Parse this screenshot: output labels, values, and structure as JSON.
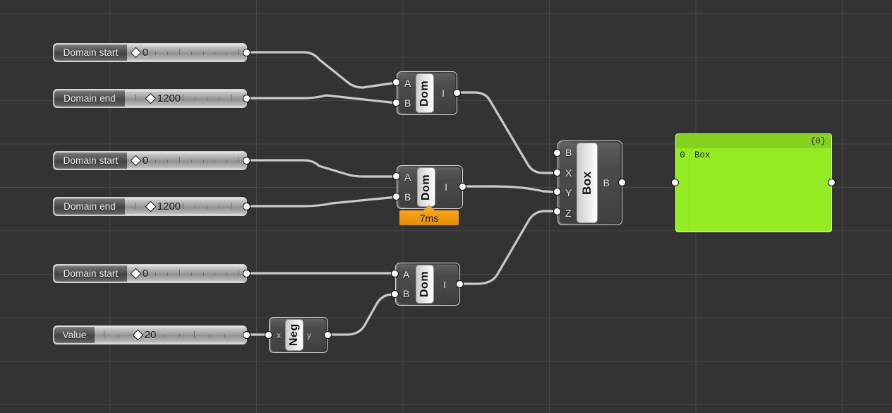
{
  "app": {
    "canvas_name": "grasshopper-node-canvas",
    "background_color": "#333333",
    "grid_line_color": "#474747",
    "wire_color": "#c8c8c8",
    "wire_color_purple": "#a020c0"
  },
  "sliders": [
    {
      "name": "Domain start",
      "value": "0",
      "grip_pct": 4,
      "label_w": 103,
      "track_start": 0
    },
    {
      "name": "Domain end",
      "value": "1200",
      "grip_pct": 18,
      "label_w": 100,
      "track_start": 0
    },
    {
      "name": "Domain start",
      "value": "0",
      "grip_pct": 4,
      "label_w": 103,
      "track_start": 0
    },
    {
      "name": "Domain end",
      "value": "1200",
      "grip_pct": 18,
      "label_w": 100,
      "track_start": 0
    },
    {
      "name": "Domain start",
      "value": "0",
      "grip_pct": 4,
      "label_w": 103,
      "track_start": 0
    },
    {
      "name": "Value",
      "value": "20",
      "grip_pct": 26,
      "label_w": 57,
      "track_start": 0
    }
  ],
  "components": [
    {
      "title": "Dom",
      "inputs": [
        "A",
        "B"
      ],
      "outputs": [
        "I"
      ],
      "timer": null
    },
    {
      "title": "Dom",
      "inputs": [
        "A",
        "B"
      ],
      "outputs": [
        "I"
      ],
      "timer": "7ms"
    },
    {
      "title": "Dom",
      "inputs": [
        "A",
        "B"
      ],
      "outputs": [
        "I"
      ],
      "timer": null
    },
    {
      "title": "Neg",
      "inputs": [
        "x"
      ],
      "outputs": [
        "y"
      ],
      "timer": null
    },
    {
      "title": "Box",
      "inputs": [
        "B",
        "X",
        "Y",
        "Z"
      ],
      "outputs": [
        "B"
      ],
      "timer": null
    }
  ],
  "panel": {
    "header": "{0}",
    "rows": [
      {
        "index": "0",
        "text": "Box"
      }
    ],
    "color": "#96ec24",
    "header_color": "#85d120"
  }
}
